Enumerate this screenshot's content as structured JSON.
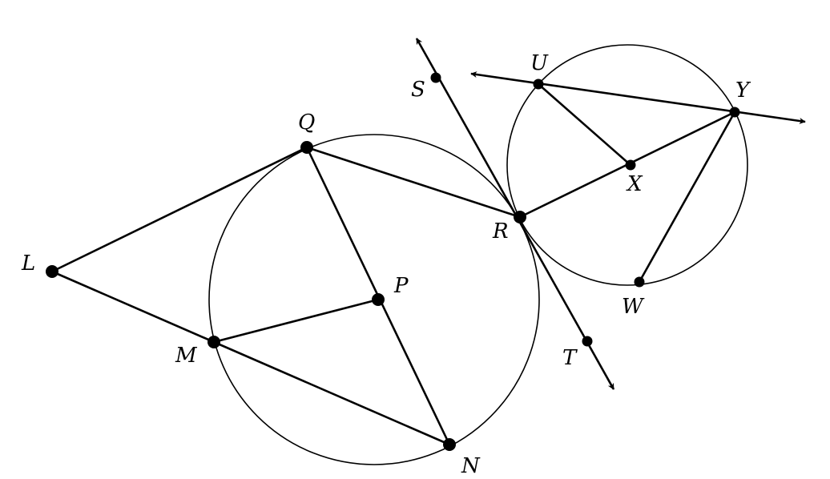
{
  "diagram": {
    "labels": {
      "L": "L",
      "M": "M",
      "N": "N",
      "P": "P",
      "Q": "Q",
      "R": "R",
      "S": "S",
      "T": "T",
      "U": "U",
      "W": "W",
      "X": "X",
      "Y": "Y"
    }
  }
}
